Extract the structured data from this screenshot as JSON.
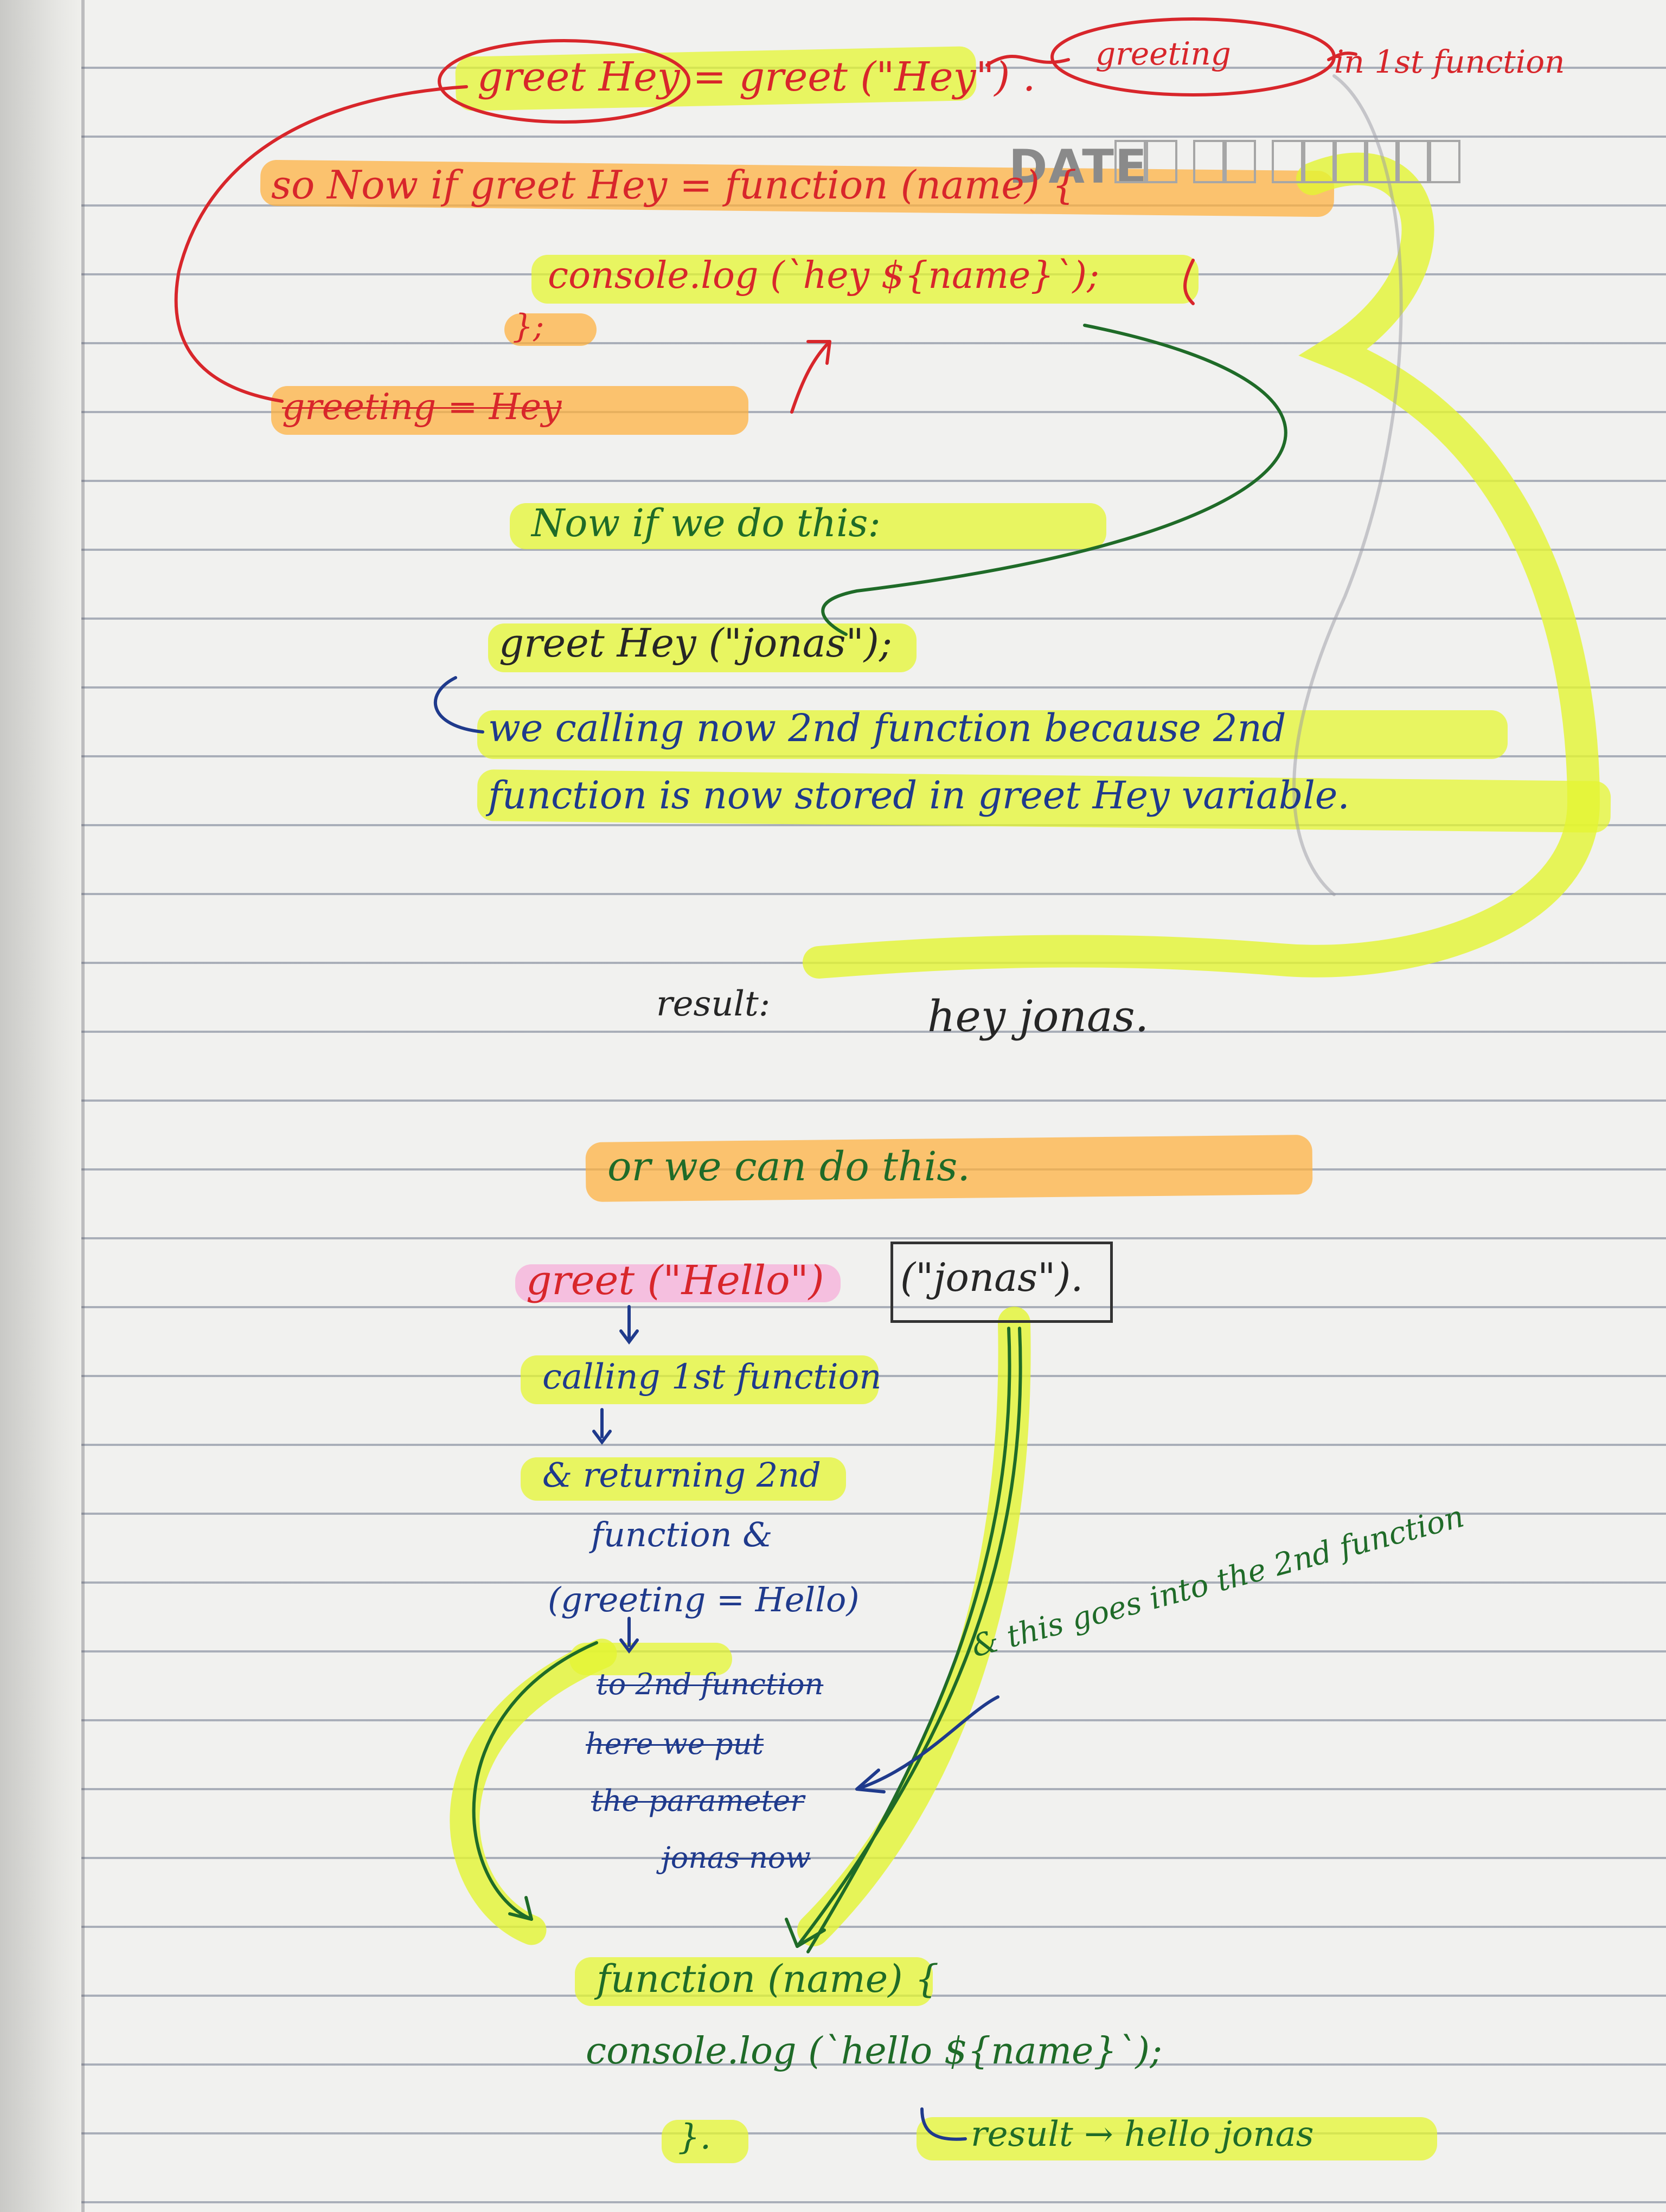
{
  "header": {
    "date_label": "DATE",
    "date_cells": 10
  },
  "notes": {
    "line_greethey": "greet Hey = greet (\"Hey\") .",
    "line_greeting_note": "greeting",
    "line_first_function": "in 1st function",
    "line_so_now": "so Now if greet Hey = function (name) {",
    "line_console_hey": "console.log (`hey ${name}`);",
    "line_close": "};",
    "line_greeting_hey": "greeting = Hey",
    "line_now_if": "Now if we do this:",
    "line_call_jonas": "greet Hey (\"jonas\");",
    "line_explain_1": "we calling now 2nd function because 2nd",
    "line_explain_2": "function is now stored in greet Hey variable.",
    "line_result_label": "result:",
    "line_result_value": "hey jonas.",
    "line_or": "or we can do this.",
    "line_greet_hello": "greet (\"Hello\")",
    "line_jonas_box": "(\"jonas\").",
    "line_calling_first": "calling 1st function",
    "line_returning": "& returning 2nd",
    "line_function_and": "function &",
    "line_greeting_hello": "(greeting = Hello)",
    "line_to_2nd": "to 2nd function",
    "line_here_we_put": "here we put",
    "line_the_parameter": "the parameter",
    "line_jonas_now": "jonas now",
    "line_goes_into": "& this goes into the 2nd function",
    "line_function_name": "function (name) {",
    "line_console_hello": "console.log (`hello ${name}`);",
    "line_close_2": "}.",
    "line_result_2": "result → hello jonas"
  },
  "colors": {
    "highlighter_yellow": "#e4f532",
    "highlighter_orange": "#ffb03c",
    "highlighter_pink": "#f896d2",
    "ink_red": "#d8262b",
    "ink_blue": "#1f3a8c",
    "ink_green": "#1f6b28",
    "ink_black": "#262626"
  }
}
